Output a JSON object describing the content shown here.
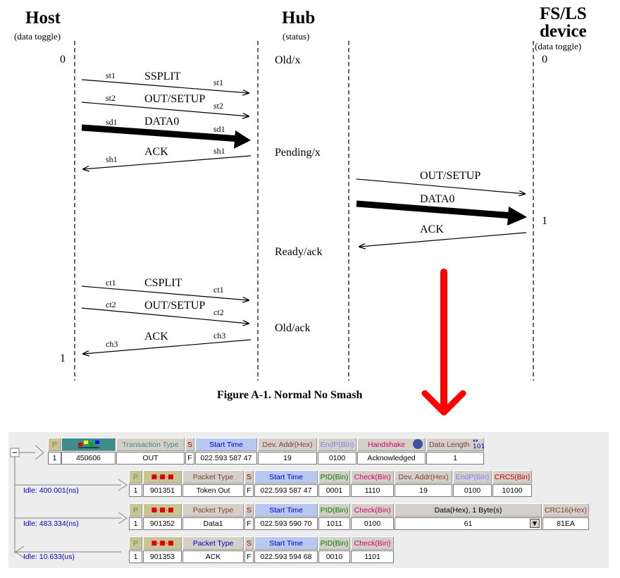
{
  "diagram": {
    "columns": {
      "host": {
        "title": "Host",
        "subtitle": "(data toggle)"
      },
      "hub": {
        "title": "Hub",
        "subtitle": "(status)"
      },
      "device": {
        "title_line1": "FS/LS",
        "title_line2": "device",
        "subtitle": "(data toggle)"
      }
    },
    "host_toggle_start": "0",
    "host_toggle_end": "1",
    "device_toggle_start": "0",
    "device_toggle_end": "1",
    "hub_states": [
      "Old/x",
      "Pending/x",
      "Ready/ack",
      "Old/ack"
    ],
    "start_split": {
      "packets": [
        "SSPLIT",
        "OUT/SETUP",
        "DATA0",
        "ACK"
      ],
      "left_tags": [
        "st1",
        "st2",
        "sd1",
        "sh1"
      ],
      "right_tags": [
        "st1",
        "st2",
        "sd1",
        "sh1"
      ]
    },
    "device_transaction": {
      "packets": [
        "OUT/SETUP",
        "DATA0",
        "ACK"
      ]
    },
    "complete_split": {
      "packets": [
        "CSPLIT",
        "OUT/SETUP",
        "ACK"
      ],
      "left_tags": [
        "ct1",
        "ct2",
        "ch3"
      ],
      "right_tags": [
        "ct1",
        "ct2",
        "ch3"
      ]
    },
    "caption": "Figure A-1.  Normal No Smash"
  },
  "colors": {
    "arrow_red": "#ff0000",
    "header_teal": "#3e8c8c",
    "header_olive": "#c8c496",
    "header_blue_text": "#0000c8",
    "header_green_text": "#008000",
    "header_pink_text": "#d0006a",
    "idle_text": "#0000c8"
  },
  "analyzer": {
    "transaction": {
      "headers": [
        "P",
        "",
        "Transaction Type",
        "S",
        "Start Time",
        "Dev. Addr(Hex)",
        "EndP(Bin)",
        "Handshake",
        "Data Length"
      ],
      "values": [
        "1",
        "450606",
        "OUT",
        "F",
        "022.593 587 47",
        "19",
        "0100",
        "Acknowledged",
        "1"
      ]
    },
    "packets": [
      {
        "idle": "Idle: 400.001(ns)",
        "headers": [
          "P",
          "",
          "Packet Type",
          "S",
          "Start Time",
          "PID(Bin)",
          "Check(Bin)",
          "Dev. Addr(Hex)",
          "EndP(Bin)",
          "CRC5(Bin)"
        ],
        "values": [
          "1",
          "901351",
          "Token Out",
          "F",
          "022.593 587 47",
          "0001",
          "1110",
          "19",
          "0100",
          "10100"
        ]
      },
      {
        "idle": "Idle: 483.334(ns)",
        "headers": [
          "P",
          "",
          "Packet Type",
          "S",
          "Start Time",
          "PID(Bin)",
          "Check(Bin)",
          "Data(Hex), 1 Byte(s)",
          "CRC16(Hex)"
        ],
        "values": [
          "1",
          "901352",
          "Data1",
          "F",
          "022.593 590 70",
          "1011",
          "0100",
          "61",
          "81EA"
        ]
      },
      {
        "idle": "Idle: 10.633(us)",
        "headers": [
          "P",
          "",
          "Packet Type",
          "S",
          "Start Time",
          "PID(Bin)",
          "Check(Bin)"
        ],
        "values": [
          "1",
          "901353",
          "ACK",
          "F",
          "022.593 594 68",
          "0010",
          "1101"
        ]
      }
    ]
  }
}
